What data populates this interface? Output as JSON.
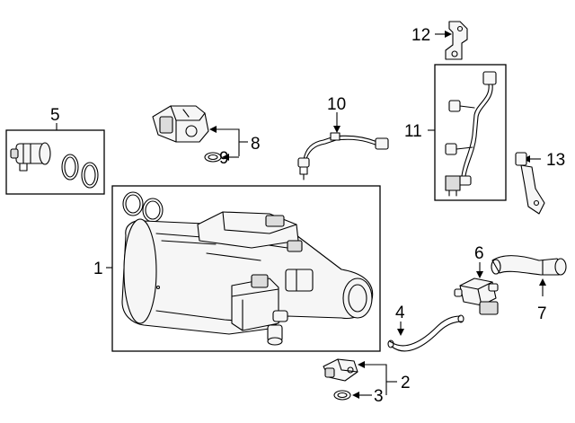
{
  "callouts": [
    {
      "id": "1",
      "text": "1",
      "part": "charcoal canister assembly"
    },
    {
      "id": "2",
      "text": "2",
      "part": "sensor"
    },
    {
      "id": "3",
      "text": "3",
      "part": "o-ring"
    },
    {
      "id": "4",
      "text": "4",
      "part": "hose"
    },
    {
      "id": "5",
      "text": "5",
      "part": "pump module"
    },
    {
      "id": "6",
      "text": "6",
      "part": "vacuum switching valve"
    },
    {
      "id": "7",
      "text": "7",
      "part": "hose"
    },
    {
      "id": "8",
      "text": "8",
      "part": "pressure sensor"
    },
    {
      "id": "9",
      "text": "9",
      "part": "o-ring"
    },
    {
      "id": "10",
      "text": "10",
      "part": "wire harness"
    },
    {
      "id": "11",
      "text": "11",
      "part": "wire harness"
    },
    {
      "id": "12",
      "text": "12",
      "part": "bracket"
    },
    {
      "id": "13",
      "text": "13",
      "part": "bracket"
    }
  ]
}
